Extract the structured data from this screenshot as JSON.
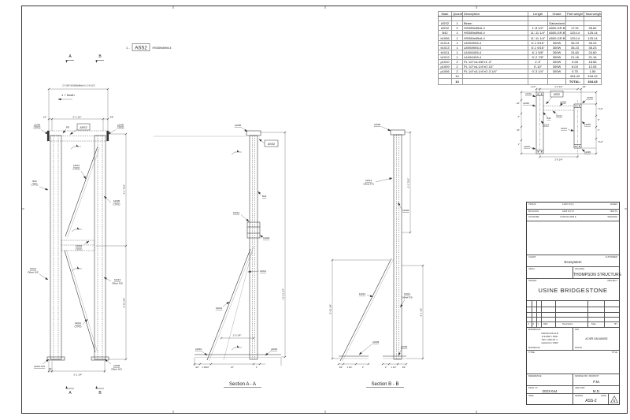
{
  "sheet": {
    "assembly_no": "1 -",
    "assembly_mark": "ASS2",
    "assembly_desc": "HSS89x89x6.4"
  },
  "bom": {
    "headers": [
      "Mark",
      "Quantity",
      "Description",
      "Length",
      "Grade",
      "Part weight",
      "Total weight"
    ],
    "rows": [
      [
        "",
        "",
        "",
        "",
        "",
        "",
        ""
      ],
      [
        "ASS2",
        "1",
        "Beam",
        "",
        "Galvanized",
        "",
        ""
      ],
      [
        "ASS2",
        "2",
        "HSS89x89x6.4",
        "1'-8 1/2\"",
        "A500-GR.B",
        "17.91",
        "35.82"
      ],
      [
        "B42",
        "1",
        "HSS89x89x6.4",
        "11'-11 1/4\"",
        "A500-GR.B",
        "125.14",
        "125.14"
      ],
      [
        "b1006",
        "1",
        "HSS89x89x6.4",
        "11'-11 1/4\"",
        "A500-GR.B",
        "125.14",
        "125.14"
      ],
      [
        "b1014",
        "1",
        "L89X89X6.4",
        "6'-1 9/16\"",
        "300W",
        "35.23",
        "35.23"
      ],
      [
        "b1013",
        "1",
        "L89X89X6.4",
        "6'-1 9/16\"",
        "300W",
        "35.23",
        "35.23"
      ],
      [
        "b1011",
        "1",
        "L64X64X6.4",
        "6'-1 5/8\"",
        "300W",
        "24.60",
        "24.60"
      ],
      [
        "b1012",
        "1",
        "L64X64X6.4",
        "5'-2 7/8\"",
        "300W",
        "21.16",
        "21.16"
      ],
      [
        "p1010",
        "2",
        "PL 1/2\"x4-3/8\"x1'-3\"",
        "1'-3\"",
        "300W",
        "9.28",
        "18.56"
      ],
      [
        "p1009",
        "2",
        "PL 1/2\"x4-1/4\"x0'-10\"",
        "0'-10\"",
        "300W",
        "6.03",
        "12.05"
      ],
      [
        "p1006",
        "2",
        "PL 1/4\"x3-1/4\"x0'-3 1/4\"",
        "0'-3 1/4\"",
        "300W",
        "0.75",
        "1.50"
      ],
      [
        "",
        "14",
        "",
        "",
        "",
        "434.43",
        "434.43"
      ],
      [
        "",
        "14",
        "",
        "",
        "",
        "TOTAL:",
        "434.43"
      ]
    ]
  },
  "mv": {
    "sec_a": "A",
    "sec_b": "B",
    "dim_top": "2'-3 5/8\" (HSS89x89x6.4 x 1'-8 1/2\")",
    "north": "1 + North",
    "dim_o1": "1/2\"",
    "dim_c": "2'-1 1/2\"",
    "dim_o2": "5/8\"",
    "p1006_l1": "p1006",
    "p1006_l2": "CTR'D",
    "rd": "RD",
    "ass2": "ASS2",
    "p1006_r1": "p1006",
    "p1006_r2": "CTR'D",
    "b1012_1": "b1012",
    "b1012_2": "CTR'D",
    "b42_1": "B42",
    "b42_2": "CTR'D",
    "b1006_1": "b1006",
    "b1006_2": "CTR'D",
    "b1004_1": "b1004",
    "b1004_2": "CTR'D",
    "b1014_1": "b1014",
    "b1014_2": "Offset N/S",
    "b1013_1": "b1013",
    "b1013_2": "Offset N/S",
    "b1011_1": "b1011",
    "b1011_2": "CTR'D",
    "p1010": "p1010 N/S",
    "p1009_1": "p1009",
    "p1009_2": "Offset N/S",
    "dim_r_up": "6'-1 7/16\"",
    "dim_r_low": "5'-10 3/4\"",
    "dim_b1": "3/4\"",
    "dim_b2": "2'-1 1/4\""
  },
  "sa": {
    "title": "Section A - A",
    "p1006": "p1006",
    "ass2": "ASS2",
    "b42": "B42",
    "b1012": "b1012",
    "b1004": "b1004",
    "b1011": "b1011",
    "b1014": "b1014",
    "p1010_l": "p1010",
    "p1010_r": "p1010",
    "dim_h": "1'-0 1/4\"",
    "dim_r": "11'-11 1/4\"",
    "dim_b1": "3/4\"",
    "dim_b2": "1 13/16\"",
    "dim_b3": "10\"",
    "dim_b4": "1\""
  },
  "sb": {
    "title": "Section B - B",
    "p1006": "p1006",
    "b1012_1": "b1012",
    "b1012_2": "Offset F/S",
    "b1006": "b1006",
    "b1013": "b1013",
    "b1011_1": "b1011",
    "b1011_2": "Offset F/S",
    "p1009_l": "p1009",
    "p1009_r": "p1009",
    "dim_l": "5'-10 3/4\"",
    "dim_r_up": "6'-1 7/16\"",
    "dim_r_low": "6'-1 1/2\"",
    "dim_bl1": "3/4\"",
    "dim_bl2": "2 3/4\"",
    "dim_bl3": "2\"",
    "dim_br1": "2\"",
    "dim_br2": "1 1/2\"",
    "dim_br3": "3/4\""
  },
  "dv": {
    "p1010_t": "p1010",
    "ass2": "ASS2",
    "b1006": "b1006",
    "p1006_l": "p1006",
    "p1006_c": "p1006",
    "b42": "B42",
    "b1012": "b1012",
    "b1014": "b1014",
    "b1013": "b1013",
    "p1009_r": "p1009",
    "p1010_b": "p1010",
    "p1009_b": "p1009",
    "dim_t1": "1 1/4\"",
    "dim_t2": "2'-0 1/4\"",
    "dim_t3": "3/4\"",
    "dim_b": "2'-0 1/4\"",
    "dim_l1": "1/2\"",
    "dim_l2": "5\"",
    "dim_l3": "10\"",
    "dim_l4": "1\"",
    "dim_r1": "7 1/4\"",
    "dim_r2": "5\"",
    "dim_r3": "2\"",
    "dim_r4": "7 1/4\""
  },
  "tb": {
    "trous_fr": "TROUS",
    "trous_val": "13/16\" Ø (1)",
    "trous_en": "HOLES",
    "boulons_fr": "BOULONS",
    "boulons_val": "A325 3/4\" Ø",
    "boulons_en": "BOLTS",
    "soudure_fr": "SOUDURE",
    "soudure_val": "CAN/CSA W59  E",
    "soudure_en": "WELDING",
    "client_fr": "CLIENT",
    "client_en": "CUSTOMER",
    "client_val": "Ecosystem",
    "arch_fr": "ARCH.",
    "eng_lbl": "ING./ENG.",
    "eng_val": "THOMPSON STRUCTURE",
    "projet_fr": "PROJET",
    "projet_en": "PROJECT",
    "projet_val": "USINE BRIDGESTONE",
    "rev_c1": "3",
    "rev_c2": "2",
    "rev_c3": "1",
    "rev_lbl": "REV.",
    "rev_desc": "Description",
    "rev_date": "Date",
    "rev_by": "BY",
    "mat_fr": "MATERIAUX",
    "mat_en": "MATERIALS",
    "mat_l1": "CAN/CSA G40.21-M",
    "mat_l2": "W & WWF = 300W",
    "mat_l3": "HSS = A500 GR. C",
    "mat_l4": "Galvanized = 300W",
    "fini_fr": "FINI",
    "fini_en": "FINISH",
    "fini_val": "ACIER GALVANISE",
    "titre_fr": "TITRE",
    "titre_en": "TITLE",
    "ref_lbl": "REFERENCE",
    "drawn_lbl": "DESSINE PAR / DRAWN BY",
    "drawn_val": "P.M.",
    "projno_lbl": "PROJ. N°",
    "projno_val": "2023-044",
    "ver_lbl": "VER./APP.",
    "ver_val": "M.D.",
    "item_lbl": "ITEM",
    "dwg_fr": "DESSIN",
    "dwg_en": "DWG",
    "dwg_val": "ASS-2",
    "rev_tri": "0"
  }
}
